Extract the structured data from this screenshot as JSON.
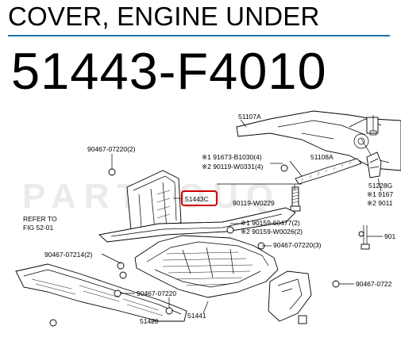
{
  "header": {
    "title": "COVER, ENGINE UNDER",
    "part_number": "51443-F4010"
  },
  "accent_color": "#1f6ea8",
  "highlight_color": "#d00000",
  "watermark": "PARTSOUQ",
  "callouts": [
    {
      "id": "c51107a",
      "text": "51107A"
    },
    {
      "id": "c90467_07220_2",
      "text": "90467-07220(2)"
    },
    {
      "id": "c91673",
      "text": "※1 91673-B1030(4)"
    },
    {
      "id": "c90119_w0331",
      "text": "※2 90119-W0331(4)"
    },
    {
      "id": "c51108a",
      "text": "51108A"
    },
    {
      "id": "c51228g",
      "text": "51228G"
    },
    {
      "id": "c51443c",
      "text": "51443C"
    },
    {
      "id": "c90119_w0229",
      "text": "90119-W0229"
    },
    {
      "id": "c9116_partial",
      "text": "※1 9167"
    },
    {
      "id": "c9011_partial",
      "text": "※2 9011"
    },
    {
      "id": "c_refer",
      "text": "REFER TO"
    },
    {
      "id": "c_fig",
      "text": "FIG 52-01"
    },
    {
      "id": "c90159_60477",
      "text": "※1 90159-60477(2)"
    },
    {
      "id": "c90159_w0026",
      "text": "※2 90159-W0026(2)"
    },
    {
      "id": "c901_partial",
      "text": "901"
    },
    {
      "id": "c90467_07214",
      "text": "90467-07214(2)"
    },
    {
      "id": "c90467_07220_3",
      "text": "90467-07220(3)"
    },
    {
      "id": "c90467_0722_partial",
      "text": "90467-0722"
    },
    {
      "id": "c90467_07220",
      "text": "90467-07220"
    },
    {
      "id": "c51441",
      "text": "51441"
    },
    {
      "id": "c51420",
      "text": "51420"
    }
  ]
}
